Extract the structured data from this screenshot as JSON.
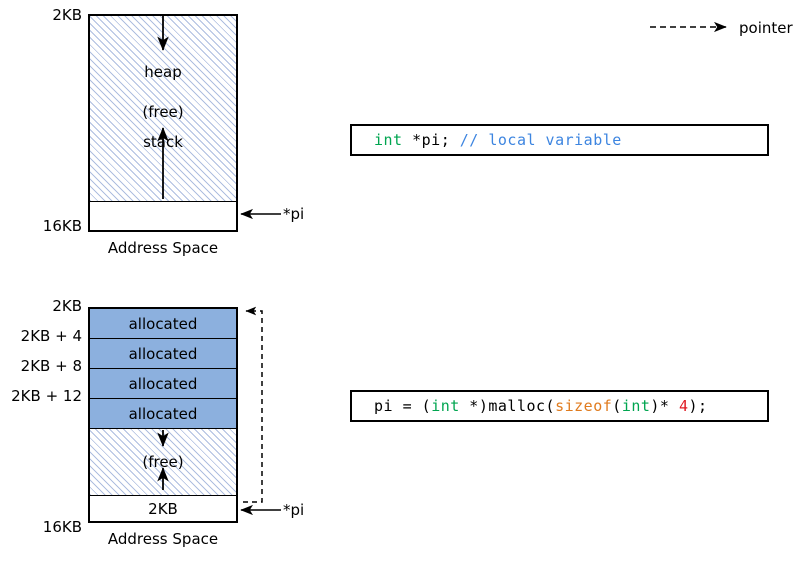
{
  "legend": {
    "label": "pointer",
    "style": "dashed-arrow"
  },
  "diagrams": [
    {
      "id": "before-malloc",
      "caption": "Address Space",
      "top_addr": "2KB",
      "bottom_addr": "16KB",
      "regions": [
        "heap",
        "(free)",
        "stack"
      ],
      "pointer_label": "*pi"
    },
    {
      "id": "after-malloc",
      "caption": "Address Space",
      "top_addr": "2KB",
      "bottom_addr": "16KB",
      "row_addrs": [
        "2KB",
        "2KB + 4",
        "2KB + 8",
        "2KB + 12"
      ],
      "allocated_rows": [
        "allocated",
        "allocated",
        "allocated",
        "allocated"
      ],
      "free_label": "(free)",
      "stored_value": "2KB",
      "pointer_label": "*pi"
    }
  ],
  "code": [
    {
      "id": "declaration",
      "tokens": [
        {
          "text": "int",
          "cls": "k-type"
        },
        {
          "text": " *pi; ",
          "cls": "k-plain"
        },
        {
          "text": "// local variable",
          "cls": "k-comment"
        }
      ],
      "plain": "int *pi; // local variable"
    },
    {
      "id": "allocation",
      "tokens": [
        {
          "text": "pi = (",
          "cls": "k-plain"
        },
        {
          "text": "int",
          "cls": "k-type"
        },
        {
          "text": " *)malloc(",
          "cls": "k-plain"
        },
        {
          "text": "sizeof",
          "cls": "k-func"
        },
        {
          "text": "(",
          "cls": "k-plain"
        },
        {
          "text": "int",
          "cls": "k-type"
        },
        {
          "text": ")* ",
          "cls": "k-plain"
        },
        {
          "text": "4",
          "cls": "k-num"
        },
        {
          "text": ");",
          "cls": "k-plain"
        }
      ],
      "plain": "pi = (int *)malloc(sizeof(int)* 4);"
    }
  ],
  "colors": {
    "allocated_fill": "#8cb0de",
    "hatch_line": "#aebee0",
    "stroke": "#000000",
    "code_type": "#00a550",
    "code_comment": "#3d85e0",
    "code_func": "#e07b1e",
    "code_number": "#e01b24"
  }
}
